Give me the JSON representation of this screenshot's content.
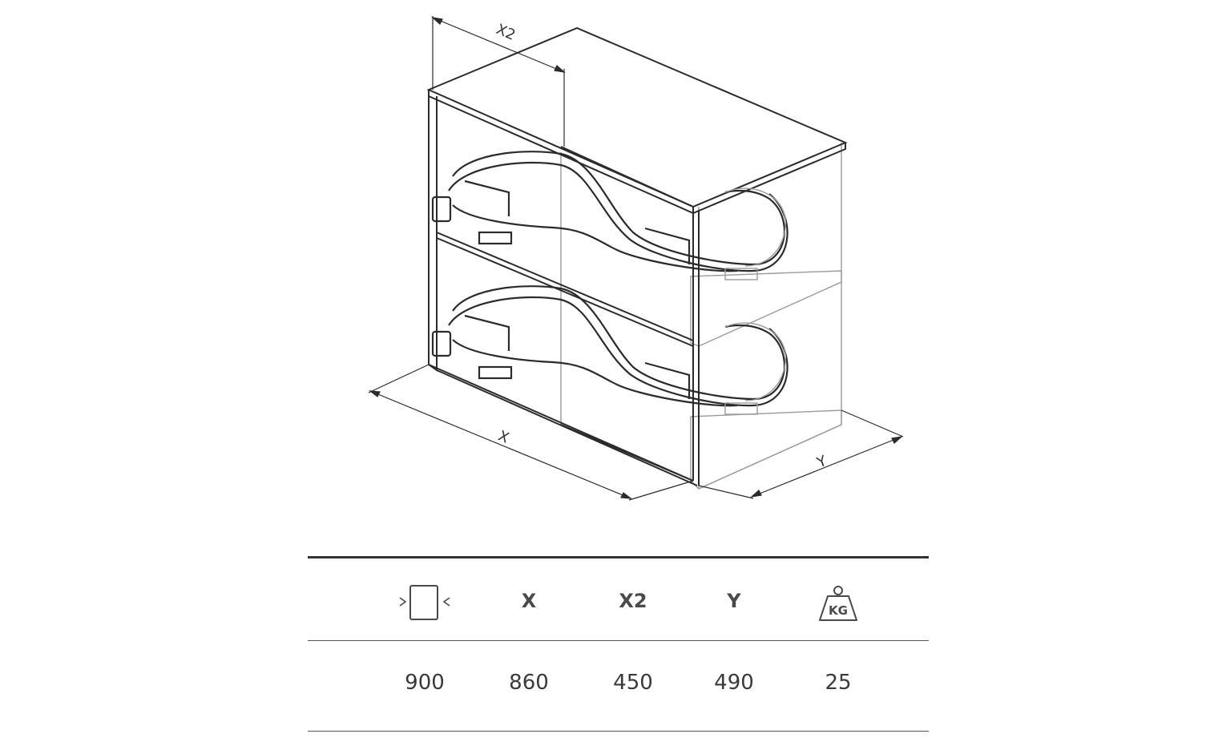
{
  "diagram": {
    "subject": "corner cabinet with two pull-out kidney shaped wire baskets",
    "labels": {
      "x2": "X2",
      "x": "X",
      "y": "Y"
    }
  },
  "table": {
    "columns": [
      {
        "key": "cabinet_width",
        "header": "",
        "icon": "cabinet-width-icon",
        "value": "900"
      },
      {
        "key": "x",
        "header": "X",
        "icon": "",
        "value": "860"
      },
      {
        "key": "x2",
        "header": "X2",
        "icon": "",
        "value": "450"
      },
      {
        "key": "y",
        "header": "Y",
        "icon": "",
        "value": "490"
      },
      {
        "key": "load",
        "header": "",
        "icon": "weight-kg-icon",
        "icon_text": "KG",
        "value": "25"
      }
    ]
  },
  "colors": {
    "line": "#2b2b2b",
    "line_light": "#8a8a8a",
    "rule": "#333333"
  }
}
